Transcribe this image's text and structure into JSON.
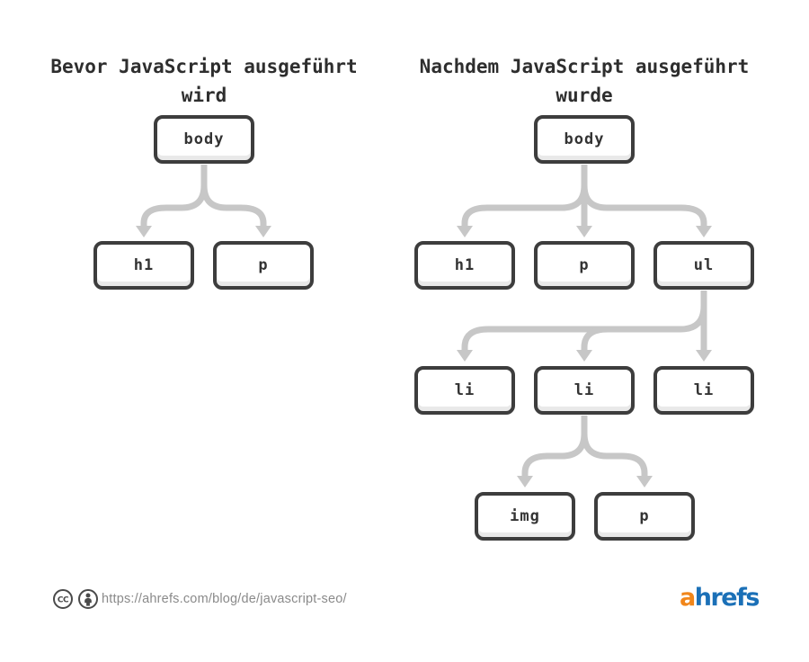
{
  "meta": {
    "background": "#ffffff",
    "description": "DOM tree comparison before and after JavaScript execution"
  },
  "colors": {
    "box_border": "#3d3d3d",
    "box_fill": "#ffffff",
    "box_bottom_shade": "#e9e9e9",
    "connector": "#c7c7c7",
    "node_text": "#333333",
    "title_text": "#2e2e2e",
    "url_text": "#8a8a8a",
    "license_icon": "#4a4a4a",
    "logo_orange": "#f1861a",
    "logo_blue": "#1b70b7"
  },
  "left_panel": {
    "title": {
      "line1": "Bevor JavaScript ausgeführt",
      "line2": "wird"
    },
    "nodes": [
      {
        "id": "body",
        "label": "body"
      },
      {
        "id": "h1",
        "label": "h1"
      },
      {
        "id": "p",
        "label": "p"
      }
    ],
    "edges": [
      [
        "body",
        "h1"
      ],
      [
        "body",
        "p"
      ]
    ]
  },
  "right_panel": {
    "title": {
      "line1": "Nachdem JavaScript ausgeführt",
      "line2": "wurde"
    },
    "nodes": [
      {
        "id": "body",
        "label": "body"
      },
      {
        "id": "h1",
        "label": "h1"
      },
      {
        "id": "p1",
        "label": "p"
      },
      {
        "id": "ul",
        "label": "ul"
      },
      {
        "id": "li1",
        "label": "li"
      },
      {
        "id": "li2",
        "label": "li"
      },
      {
        "id": "li3",
        "label": "li"
      },
      {
        "id": "img",
        "label": "img"
      },
      {
        "id": "p2",
        "label": "p"
      }
    ],
    "edges": [
      [
        "body",
        "h1"
      ],
      [
        "body",
        "p1"
      ],
      [
        "body",
        "ul"
      ],
      [
        "ul",
        "li1"
      ],
      [
        "ul",
        "li2"
      ],
      [
        "ul",
        "li3"
      ],
      [
        "li2",
        "img"
      ],
      [
        "li2",
        "p2"
      ]
    ]
  },
  "footer": {
    "license_icons": [
      "creative-commons",
      "attribution"
    ],
    "url": "https://ahrefs.com/blog/de/javascript-seo/",
    "logo": {
      "first": "a",
      "rest": "hrefs"
    }
  }
}
